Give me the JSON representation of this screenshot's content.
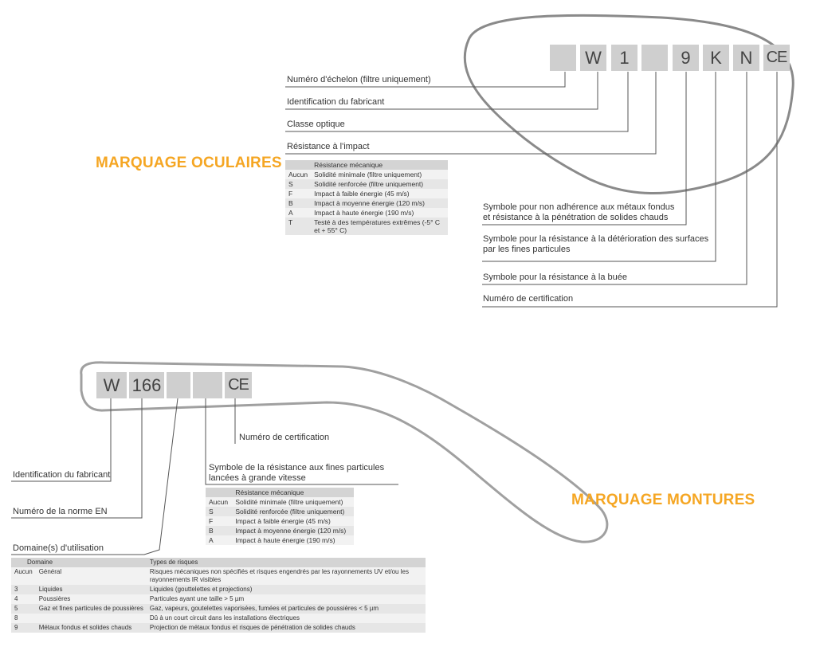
{
  "oculaires": {
    "heading": "MARQUAGE OCULAIRES",
    "boxes": [
      "",
      "W",
      "1",
      "",
      "9",
      "K",
      "N",
      "CE"
    ],
    "labels": {
      "echelon": "Numéro d'échelon (filtre uniquement)",
      "fabricant": "Identification du fabricant",
      "classe": "Classe optique",
      "impact": "Résistance à l'impact",
      "metaux": "Symbole pour non adhérence aux métaux fondus et résistance à la pénétration de solides chauds",
      "deterioration": "Symbole pour la résistance à la détérioration des surfaces par les fines particules",
      "buee": "Symbole pour la résistance à la buée",
      "certification": "Numéro de certification"
    },
    "table": {
      "header": "Résistance mécanique",
      "rows": [
        {
          "code": "Aucun",
          "desc": "Solidité minimale (filtre uniquement)"
        },
        {
          "code": "S",
          "desc": "Solidité renforcée (filtre uniquement)"
        },
        {
          "code": "F",
          "desc": "Impact à faible énergie (45 m/s)"
        },
        {
          "code": "B",
          "desc": "Impact à moyenne énergie  (120 m/s)"
        },
        {
          "code": "A",
          "desc": "Impact à haute énergie (190 m/s)"
        },
        {
          "code": "T",
          "desc": "Testé à des températures extrêmes (-5° C et + 55° C)"
        }
      ]
    }
  },
  "montures": {
    "heading": "MARQUAGE MONTURES",
    "boxes": [
      "W",
      "166",
      "",
      "",
      "CE"
    ],
    "labels": {
      "certification": "Numéro de certification",
      "fabricant": "Identification du fabricant",
      "norme": "Numéro de la norme EN",
      "domaines": "Domaine(s) d'utilisation",
      "fines": "Symbole de la résistance aux fines particules lancées à grande vitesse"
    },
    "table": {
      "header": "Résistance mécanique",
      "rows": [
        {
          "code": "Aucun",
          "desc": "Solidité minimale (filtre uniquement)"
        },
        {
          "code": "S",
          "desc": "Solidité renforcée (filtre uniquement)"
        },
        {
          "code": "F",
          "desc": "Impact à faible énergie (45 m/s)"
        },
        {
          "code": "B",
          "desc": "Impact à moyenne énergie (120 m/s)"
        },
        {
          "code": "A",
          "desc": "Impact à haute énergie (190 m/s)"
        }
      ]
    },
    "domain_table": {
      "headers": [
        "Domaine",
        "Types de risques"
      ],
      "rows": [
        {
          "code": "Aucun",
          "domaine": "Général",
          "risques": "Risques mécaniques non spécifiés et risques engendrés par les rayonnements UV et/ou les rayonnements IR visibles"
        },
        {
          "code": "3",
          "domaine": "Liquides",
          "risques": "Liquides (gouttelettes et projections)"
        },
        {
          "code": "4",
          "domaine": "Poussières",
          "risques": "Particules ayant une taille > 5 µm"
        },
        {
          "code": "5",
          "domaine": "Gaz et fines particules de poussières",
          "risques": "Gaz, vapeurs, goutelettes vaporisées, fumées et particules de poussières < 5 µm"
        },
        {
          "code": "8",
          "domaine": "",
          "risques": "Dû à un court circuit dans les installations électriques"
        },
        {
          "code": "9",
          "domaine": "Métaux fondus et solides chauds",
          "risques": "Projection de métaux fondus et risques de pénétration de solides chauds"
        }
      ]
    }
  }
}
